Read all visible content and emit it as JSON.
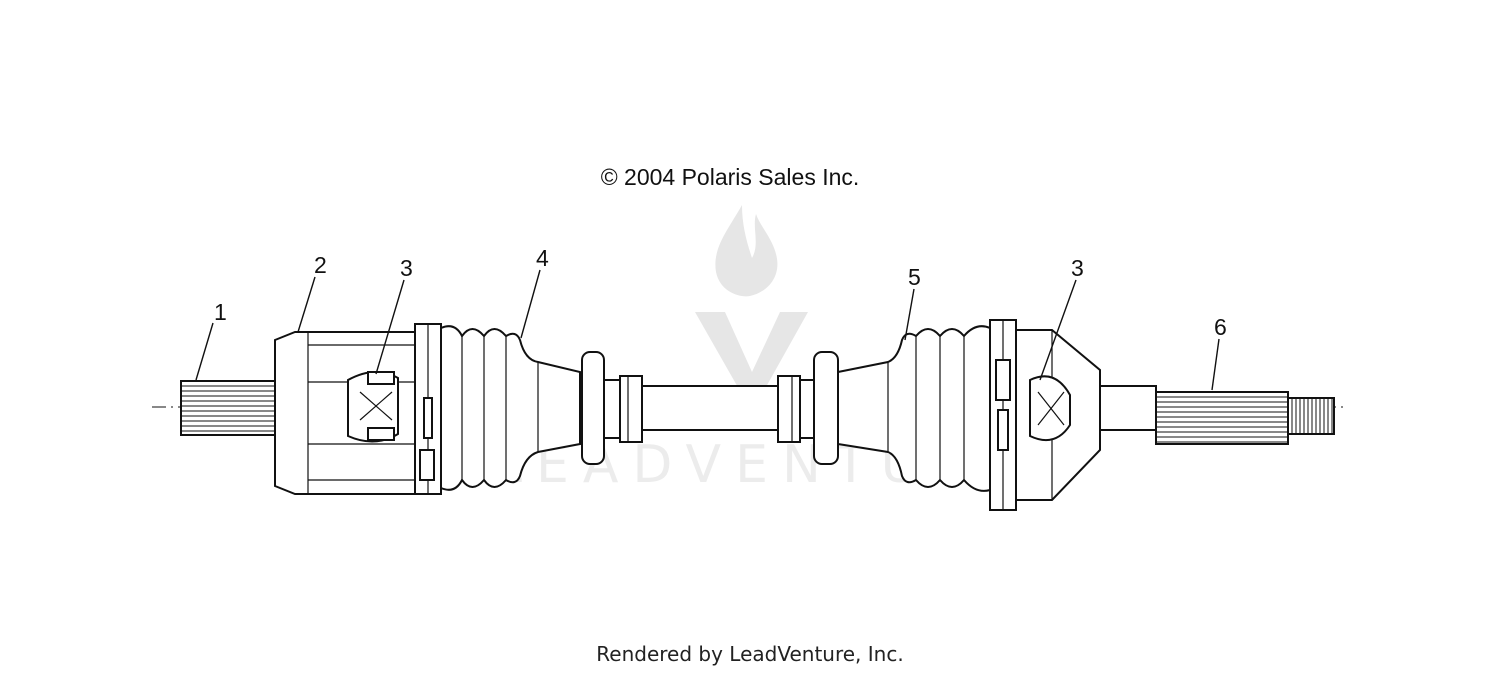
{
  "copyright": "© 2004 Polaris Sales Inc.",
  "rendered_by": "Rendered by LeadVenture, Inc.",
  "watermark": {
    "brand": "LEADVENTURE",
    "icon": "flame-v-logo-icon"
  },
  "callouts": [
    {
      "id": "1",
      "label": "1"
    },
    {
      "id": "2",
      "label": "2"
    },
    {
      "id": "3a",
      "label": "3"
    },
    {
      "id": "4",
      "label": "4"
    },
    {
      "id": "5",
      "label": "5"
    },
    {
      "id": "3b",
      "label": "3"
    },
    {
      "id": "6",
      "label": "6"
    }
  ]
}
